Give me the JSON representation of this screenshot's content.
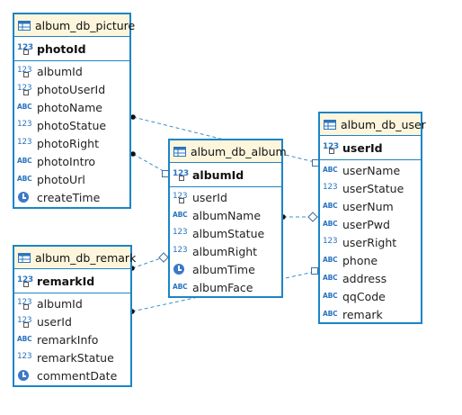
{
  "colors": {
    "border": "#1c84c6",
    "header_bg": "#fdf6dc",
    "connector": "#3a8fc9",
    "type_icon": "#2a74c0"
  },
  "tables": [
    {
      "id": "picture",
      "name": "album_db_picture",
      "pk": {
        "name": "photoId",
        "type": "num"
      },
      "columns": [
        {
          "name": "albumId",
          "type": "num-key"
        },
        {
          "name": "photoUserId",
          "type": "num-key"
        },
        {
          "name": "photoName",
          "type": "abc"
        },
        {
          "name": "photoStatue",
          "type": "num"
        },
        {
          "name": "photoRight",
          "type": "num"
        },
        {
          "name": "photoIntro",
          "type": "abc"
        },
        {
          "name": "photoUrl",
          "type": "abc"
        },
        {
          "name": "createTime",
          "type": "clock"
        }
      ]
    },
    {
      "id": "remark",
      "name": "album_db_remark",
      "pk": {
        "name": "remarkId",
        "type": "num"
      },
      "columns": [
        {
          "name": "albumId",
          "type": "num-key"
        },
        {
          "name": "userId",
          "type": "num-key"
        },
        {
          "name": "remarkInfo",
          "type": "abc"
        },
        {
          "name": "remarkStatue",
          "type": "num"
        },
        {
          "name": "commentDate",
          "type": "clock"
        }
      ]
    },
    {
      "id": "album",
      "name": "album_db_album",
      "pk": {
        "name": "albumId",
        "type": "num"
      },
      "columns": [
        {
          "name": "userId",
          "type": "num-key"
        },
        {
          "name": "albumName",
          "type": "abc"
        },
        {
          "name": "albumStatue",
          "type": "num"
        },
        {
          "name": "albumRight",
          "type": "num"
        },
        {
          "name": "albumTime",
          "type": "clock"
        },
        {
          "name": "albumFace",
          "type": "abc"
        }
      ]
    },
    {
      "id": "user",
      "name": "album_db_user",
      "pk": {
        "name": "userId",
        "type": "num"
      },
      "columns": [
        {
          "name": "userName",
          "type": "abc"
        },
        {
          "name": "userStatue",
          "type": "num"
        },
        {
          "name": "userNum",
          "type": "abc"
        },
        {
          "name": "userPwd",
          "type": "abc"
        },
        {
          "name": "userRight",
          "type": "num"
        },
        {
          "name": "phone",
          "type": "abc"
        },
        {
          "name": "address",
          "type": "abc"
        },
        {
          "name": "qqCode",
          "type": "abc"
        },
        {
          "name": "remark",
          "type": "abc"
        }
      ]
    }
  ],
  "relations": [
    {
      "from": "picture",
      "to": "user",
      "to_end": "square"
    },
    {
      "from": "picture",
      "to": "album",
      "to_end": "square"
    },
    {
      "from": "album",
      "to": "user",
      "to_end": "diamond"
    },
    {
      "from": "remark",
      "to": "album",
      "to_end": "diamond"
    },
    {
      "from": "remark",
      "to": "user",
      "to_end": "square"
    }
  ]
}
